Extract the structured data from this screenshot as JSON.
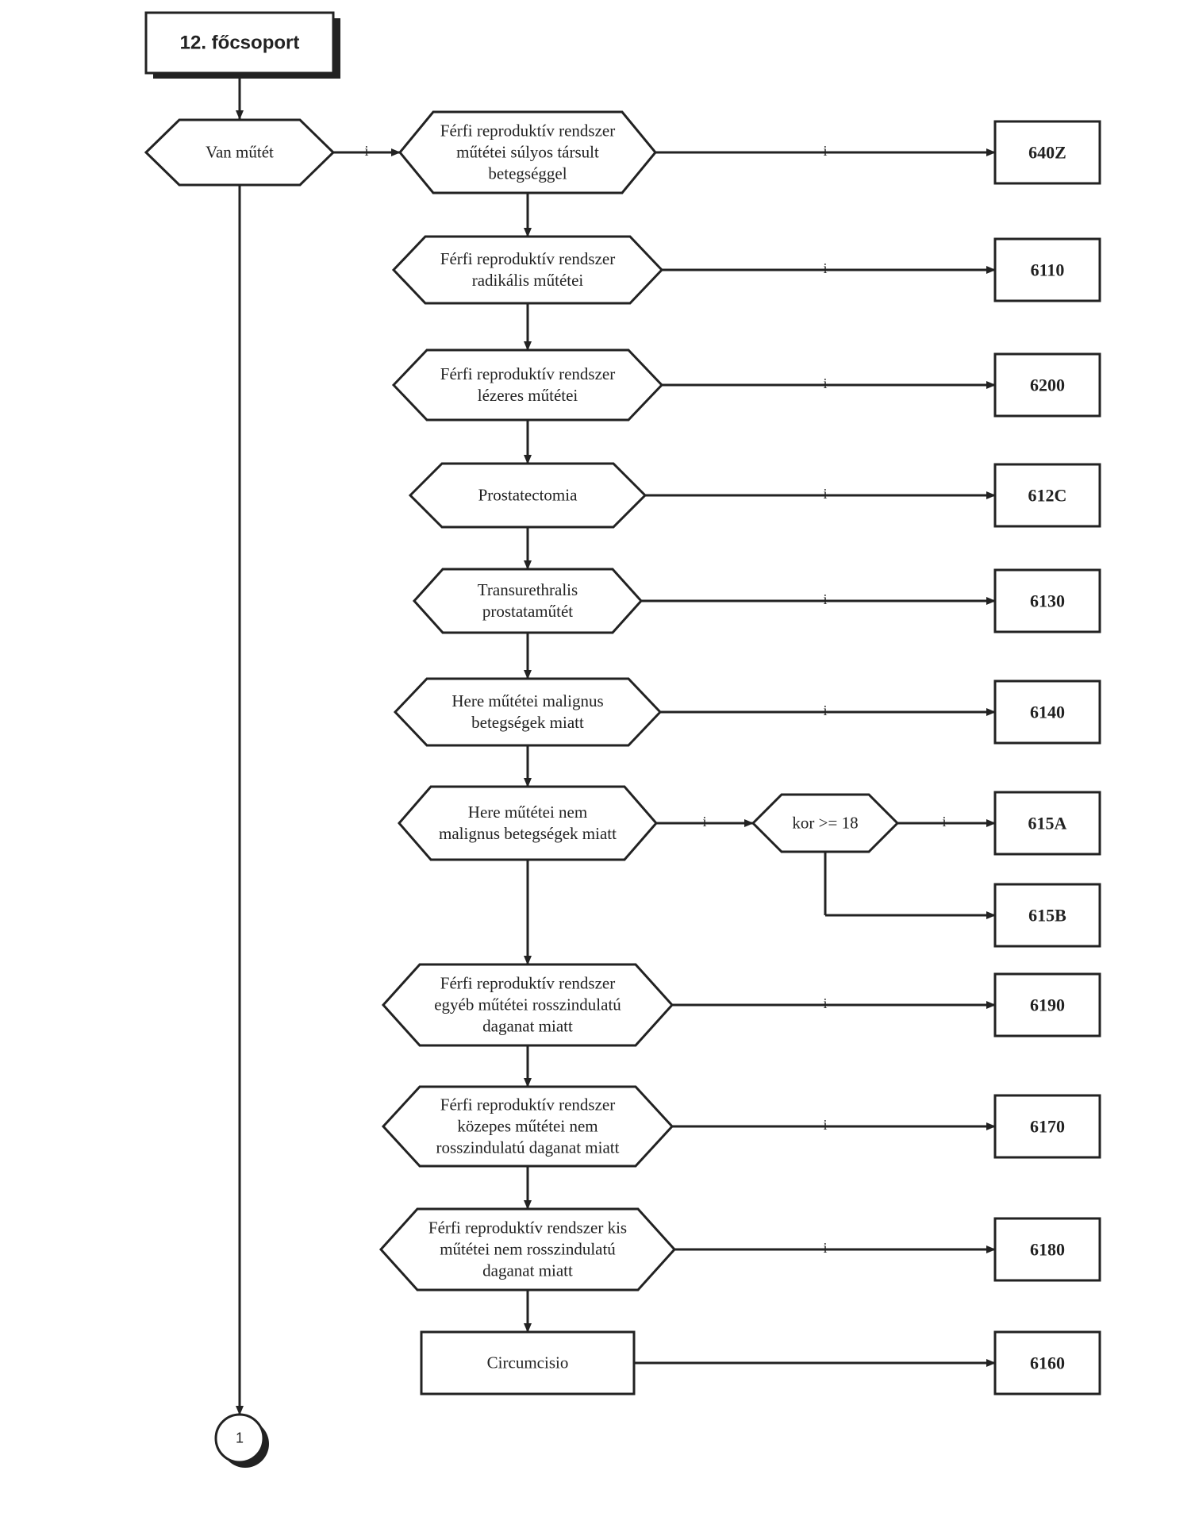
{
  "header": {
    "title": "12. főcsoport"
  },
  "start": {
    "label": "Van műtét"
  },
  "yes_label": "i",
  "decisions": [
    {
      "label": "Férfi reproduktív rendszer\nműtétei súlyos társult\nbetegséggel",
      "output": "640Z"
    },
    {
      "label": "Férfi reproduktív rendszer\nradikális műtétei",
      "output": "6110"
    },
    {
      "label": "Férfi reproduktív rendszer\nlézeres műtétei",
      "output": "6200"
    },
    {
      "label": "Prostatectomia",
      "output": "612C"
    },
    {
      "label": "Transurethralis\nprostataműtét",
      "output": "6130"
    },
    {
      "label": "Here műtétei malignus\nbetegségek miatt",
      "output": "6140"
    },
    {
      "label": "Here műtétei nem\nmalignus betegségek miatt",
      "output": ""
    },
    {
      "label": "Férfi reproduktív rendszer\negyéb műtétei rosszindulatú\ndaganat miatt",
      "output": "6190"
    },
    {
      "label": "Férfi reproduktív rendszer\nközepes műtétei nem\nrosszindulatú daganat miatt",
      "output": "6170"
    },
    {
      "label": "Férfi reproduktív rendszer kis\nműtétei nem rosszindulatú\ndaganat miatt",
      "output": "6180"
    }
  ],
  "age_check": {
    "label": "kor >= 18",
    "yes_output": "615A",
    "no_output": "615B"
  },
  "final": {
    "label": "Circumcisio",
    "output": "6160"
  },
  "connector": {
    "label": "1"
  }
}
